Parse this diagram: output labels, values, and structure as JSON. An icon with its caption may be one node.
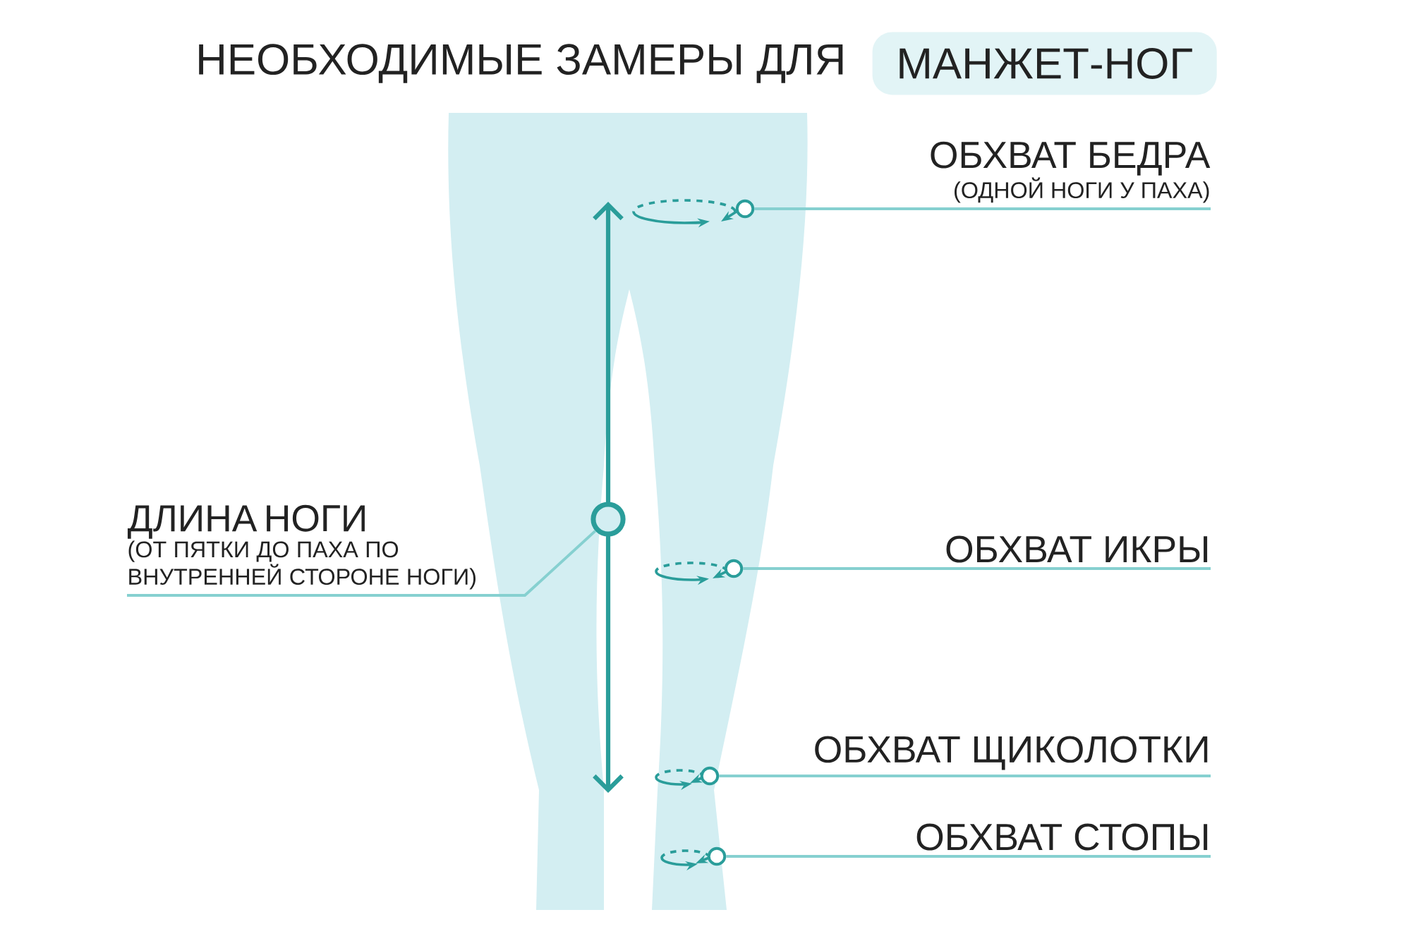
{
  "diagram": {
    "title": "НЕОБХОДИМЫЕ ЗАМЕРЫ ДЛЯ",
    "nodes": [
      {
        "text": [
          "МАНЖЕТ-НОГ"
        ]
      },
      {
        "text": [
          "ОБХВАТ БЕДРА",
          "(ОДНОЙ НОГИ У ПАХА)"
        ]
      },
      {
        "text": [],
        "shape": "circle"
      },
      {
        "text": [
          "ДЛИНА НОГИ",
          "(ОТ ПЯТКИ ДО ПАХА ПО ВНУТРЕННЕЙ СТОРОНЕ НОГИ)"
        ]
      },
      {
        "text": [],
        "shape": "circle"
      },
      {
        "text": [
          "ОБХВАТ ИКРЫ"
        ]
      },
      {
        "text": [],
        "shape": "circle"
      },
      {
        "text": [
          "ОБХВАТ ЩИКОЛОТКИ"
        ]
      },
      {
        "text": [],
        "shape": "circle"
      },
      {
        "text": [
          "ОБХВАТ СТОПЫ"
        ]
      },
      {
        "text": [],
        "shape": "circle"
      }
    ],
    "edges": [
      {
        "from": 1,
        "to": 2,
        "arrow": "none"
      },
      {
        "from": 3,
        "to": 4,
        "arrow": "none"
      },
      {
        "from": 5,
        "to": 6,
        "arrow": "none"
      },
      {
        "from": 7,
        "to": 8,
        "arrow": "none"
      },
      {
        "from": 9,
        "to": 10,
        "arrow": "none"
      }
    ]
  }
}
